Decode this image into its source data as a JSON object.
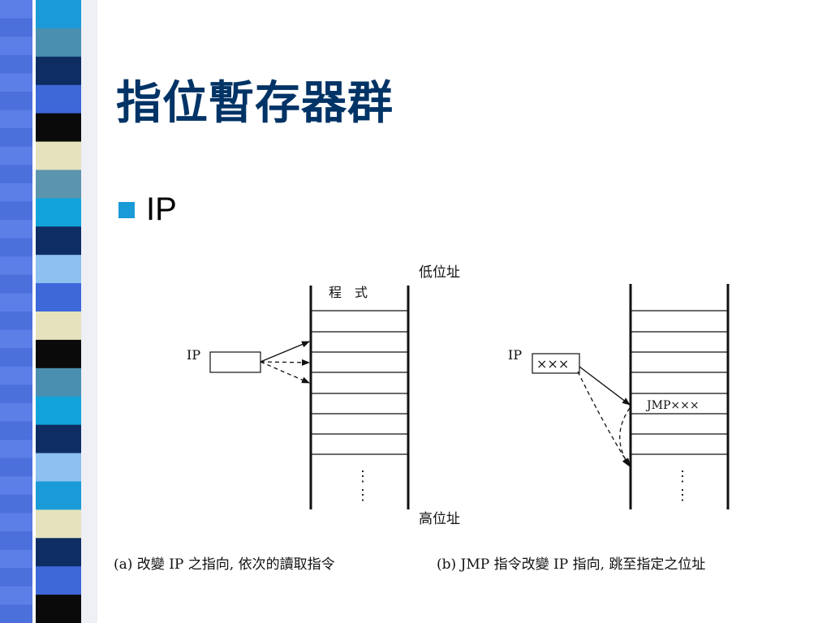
{
  "slide": {
    "title": "指位暫存器群",
    "bullet": "IP"
  },
  "palette": {
    "stripe_colors": [
      "#1a9ad6",
      "#4a8fb0",
      "#0d2d63",
      "#3e68d8",
      "#0a0a0a",
      "#e5e2bd",
      "#5a94ad",
      "#12a3da",
      "#0d2d63",
      "#8ec0f0",
      "#3e68d8",
      "#e5e2bd",
      "#0a0a0a",
      "#4a8fb0",
      "#12a3da",
      "#0d2d63",
      "#8ec0f0",
      "#1a9ad6",
      "#e5e2bd",
      "#0d2d63",
      "#3e68d8",
      "#0a0a0a"
    ],
    "title_color": "#003366",
    "bullet_color": "#1a9ad6"
  },
  "diagram": {
    "low_address": "低位址",
    "high_address": "高位址",
    "program_label": "程　式",
    "left": {
      "ip_label": "IP"
    },
    "right": {
      "ip_label": "IP",
      "ip_value": "×××",
      "jmp_instruction": "JMP×××"
    },
    "ellipsis": "⋮",
    "caption_a": "(a) 改變 IP 之指向, 依次的讀取指令",
    "caption_b": "(b) JMP 指令改變 IP 指向, 跳至指定之位址"
  }
}
